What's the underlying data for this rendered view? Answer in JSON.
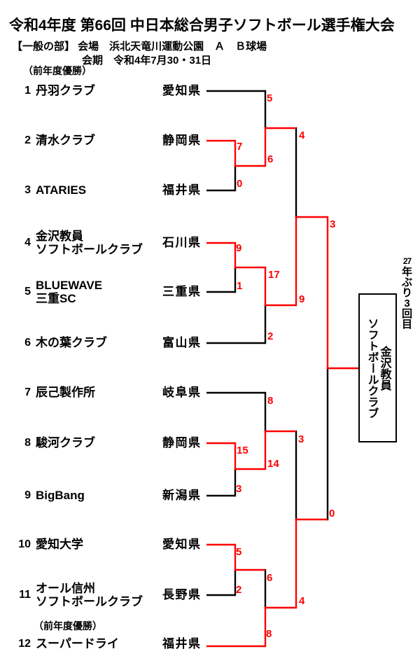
{
  "header": {
    "title": "令和4年度 第66回 中日本総合男子ソフトボール選手権大会",
    "division_venue": "【一般の部】 会場　浜北天竜川運動公園　Ａ　Ｂ球場",
    "dates": "会期　令和4年7月30・31日",
    "prev_champion_note": "（前年度優勝）"
  },
  "colors": {
    "winner_path_red": "#ff0000",
    "line_black": "#000000",
    "background": "#ffffff"
  },
  "teams": [
    {
      "no": "1",
      "name": "丹羽クラブ",
      "name2": "",
      "pref": "愛知県"
    },
    {
      "no": "2",
      "name": "清水クラブ",
      "name2": "",
      "pref": "静岡県"
    },
    {
      "no": "3",
      "name": "ATARIES",
      "name2": "",
      "pref": "福井県"
    },
    {
      "no": "4",
      "name": "金沢教員",
      "name2": "ソフトボールクラブ",
      "pref": "石川県"
    },
    {
      "no": "5",
      "name": "BLUEWAVE",
      "name2": "三重SC",
      "pref": "三重県"
    },
    {
      "no": "6",
      "name": "木の葉クラブ",
      "name2": "",
      "pref": "富山県"
    },
    {
      "no": "7",
      "name": "辰己製作所",
      "name2": "",
      "pref": "岐阜県"
    },
    {
      "no": "8",
      "name": "駿河クラブ",
      "name2": "",
      "pref": "静岡県"
    },
    {
      "no": "9",
      "name": "BigBang",
      "name2": "",
      "pref": "新潟県"
    },
    {
      "no": "10",
      "name": "愛知大学",
      "name2": "",
      "pref": "愛知県"
    },
    {
      "no": "11",
      "name": "オール信州",
      "name2": "ソフトボールクラブ",
      "pref": "長野県"
    },
    {
      "no": "12",
      "name": "スーパードライ",
      "name2": "",
      "pref": "福井県"
    }
  ],
  "scores": {
    "qf1_top": "5",
    "r1a_top": "7",
    "r1a_bottom": "0",
    "qf1_bottom": "6",
    "sf1_top": "4",
    "r1b_top": "9",
    "r1b_bottom": "1",
    "qf2_top": "17",
    "qf2_bottom": "2",
    "sf1_bottom": "9",
    "final_top": "3",
    "qf3_top": "8",
    "r1c_top": "15",
    "r1c_bottom": "3",
    "qf3_bottom": "14",
    "sf2_top": "3",
    "final_bottom": "0",
    "r1d_top": "5",
    "r1d_bottom": "2",
    "qf4_top": "6",
    "qf4_bottom": "8",
    "sf2_bottom": "4"
  },
  "champion": {
    "name_line1": "金沢教員",
    "name_line2": "ソフトボールクラブ",
    "note_text": "27年ぶり3回目",
    "note_chars": [
      "27",
      "年",
      "ぶ",
      "り",
      "3",
      "回",
      "目"
    ]
  }
}
